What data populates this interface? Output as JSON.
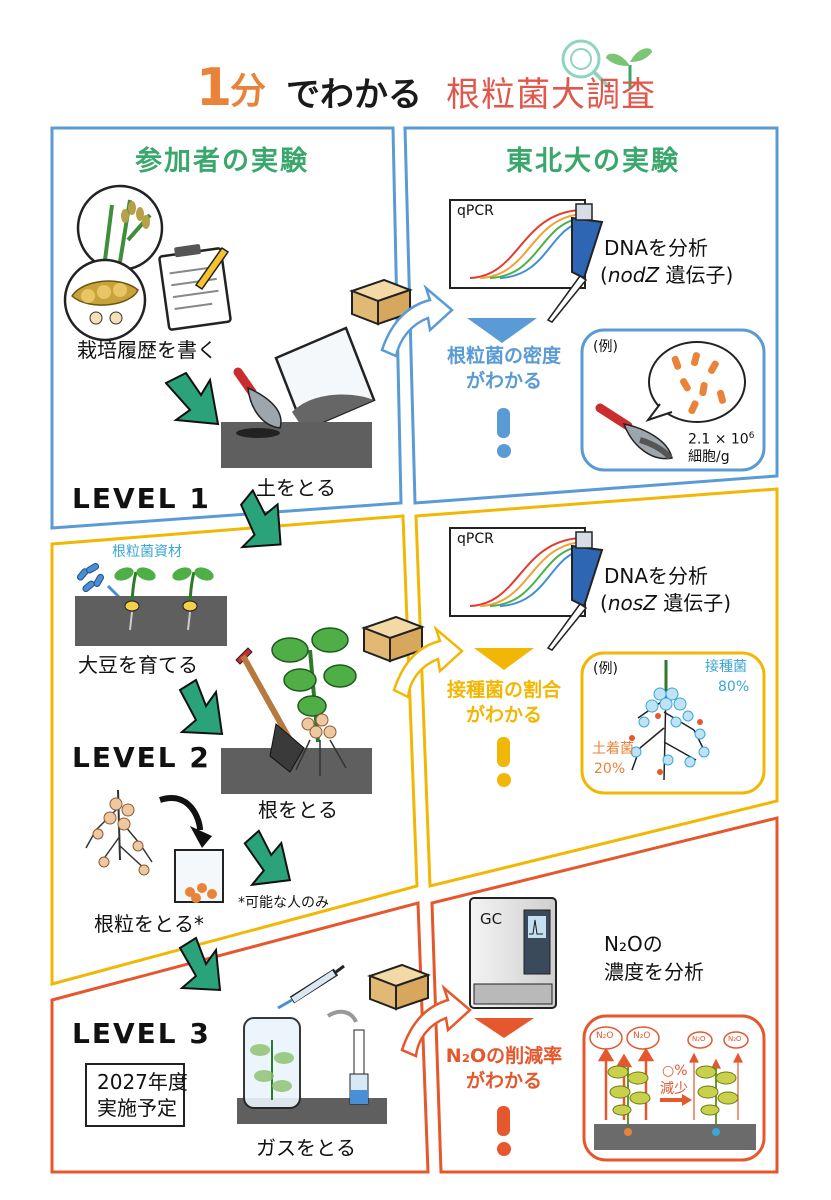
{
  "title": {
    "number": "1",
    "minute": "分",
    "middle": "でわかる",
    "survey": "根粒菌大調査"
  },
  "headings": {
    "participant": "参加者の実験",
    "tohoku": "東北大の実験"
  },
  "level1": {
    "name": "LEVEL 1",
    "step_history": "栽培履歴を書く",
    "step_soil": "土をとる",
    "qpcr": "qPCR",
    "analysis_line1": "DNAを分析",
    "analysis_open": "(",
    "analysis_gene": "nodZ",
    "analysis_rest": " 遺伝子)",
    "result_line1": "根粒菌の密度",
    "result_line2": "がわかる",
    "example": "(例)",
    "density_value": "2.1 × 10",
    "density_exp": "6",
    "density_unit": "細胞/g"
  },
  "level2": {
    "name": "LEVEL 2",
    "material": "根粒菌資材",
    "step_grow": "大豆を育てる",
    "step_root": "根をとる",
    "step_nodule": "根粒をとる*",
    "footnote": "*可能な人のみ",
    "qpcr": "qPCR",
    "analysis_line1": "DNAを分析",
    "analysis_open": "(",
    "analysis_gene": "nosZ",
    "analysis_rest": " 遺伝子)",
    "result_line1": "接種菌の割合",
    "result_line2": "がわかる",
    "example": "(例)",
    "inoculant_label": "接種菌",
    "inoculant_pct": "80%",
    "native_label": "土着菌",
    "native_pct": "20%"
  },
  "level3": {
    "name": "LEVEL 3",
    "plan_line1": "2027年度",
    "plan_line2": "実施予定",
    "step_gas": "ガスをとる",
    "gc": "GC",
    "analysis_line1": "N₂Oの",
    "analysis_line2": "濃度を分析",
    "result_line1": "N₂Oの削減率",
    "result_line2": "がわかる",
    "n2o_tag": "N₂O",
    "reduction_pct": "○%",
    "reduction_word": "減少"
  },
  "colors": {
    "blue": "#5b9bd5",
    "yellow": "#f2b705",
    "orange": "#e5572d",
    "green": "#2aa37a",
    "title_orange": "#e98339",
    "title_red": "#e0574c"
  },
  "icons": [
    "magnifier-icon",
    "sprout-icon",
    "box-icon",
    "pipette-icon",
    "trowel-icon",
    "clipboard-icon",
    "shovel-icon",
    "syringe-icon",
    "arrow-icon"
  ]
}
